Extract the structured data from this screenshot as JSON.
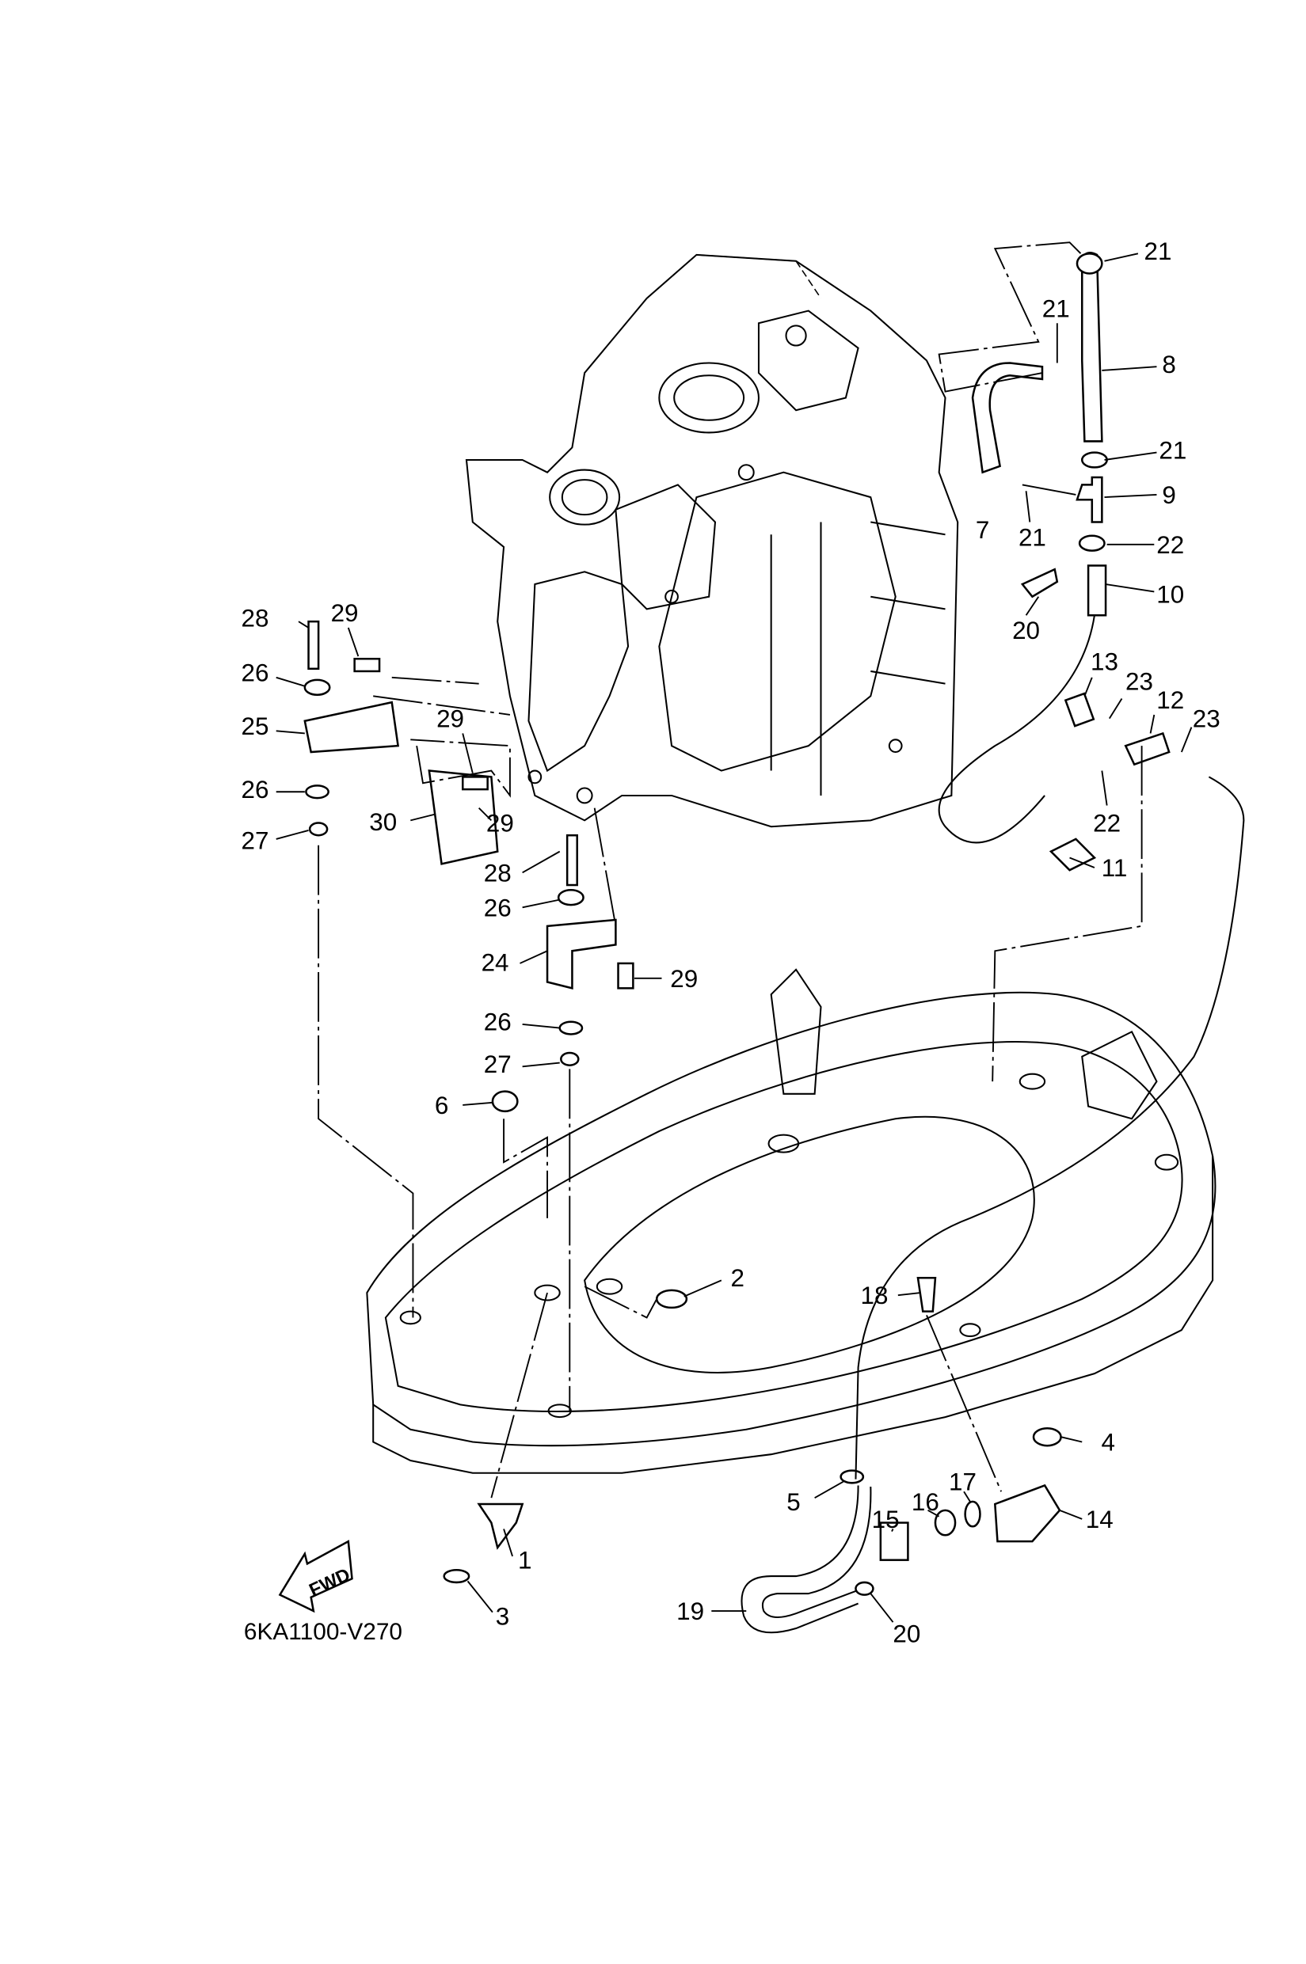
{
  "diagram": {
    "code": "6KA1100-V270",
    "fwd_label": "FWD",
    "callouts": [
      "21",
      "21",
      "8",
      "21",
      "9",
      "7",
      "21",
      "22",
      "10",
      "20",
      "13",
      "23",
      "12",
      "23",
      "22",
      "11",
      "28",
      "29",
      "26",
      "25",
      "29",
      "26",
      "30",
      "29",
      "27",
      "28",
      "26",
      "24",
      "29",
      "26",
      "27",
      "6",
      "2",
      "18",
      "4",
      "5",
      "15",
      "16",
      "17",
      "14",
      "1",
      "3",
      "19",
      "20"
    ]
  }
}
